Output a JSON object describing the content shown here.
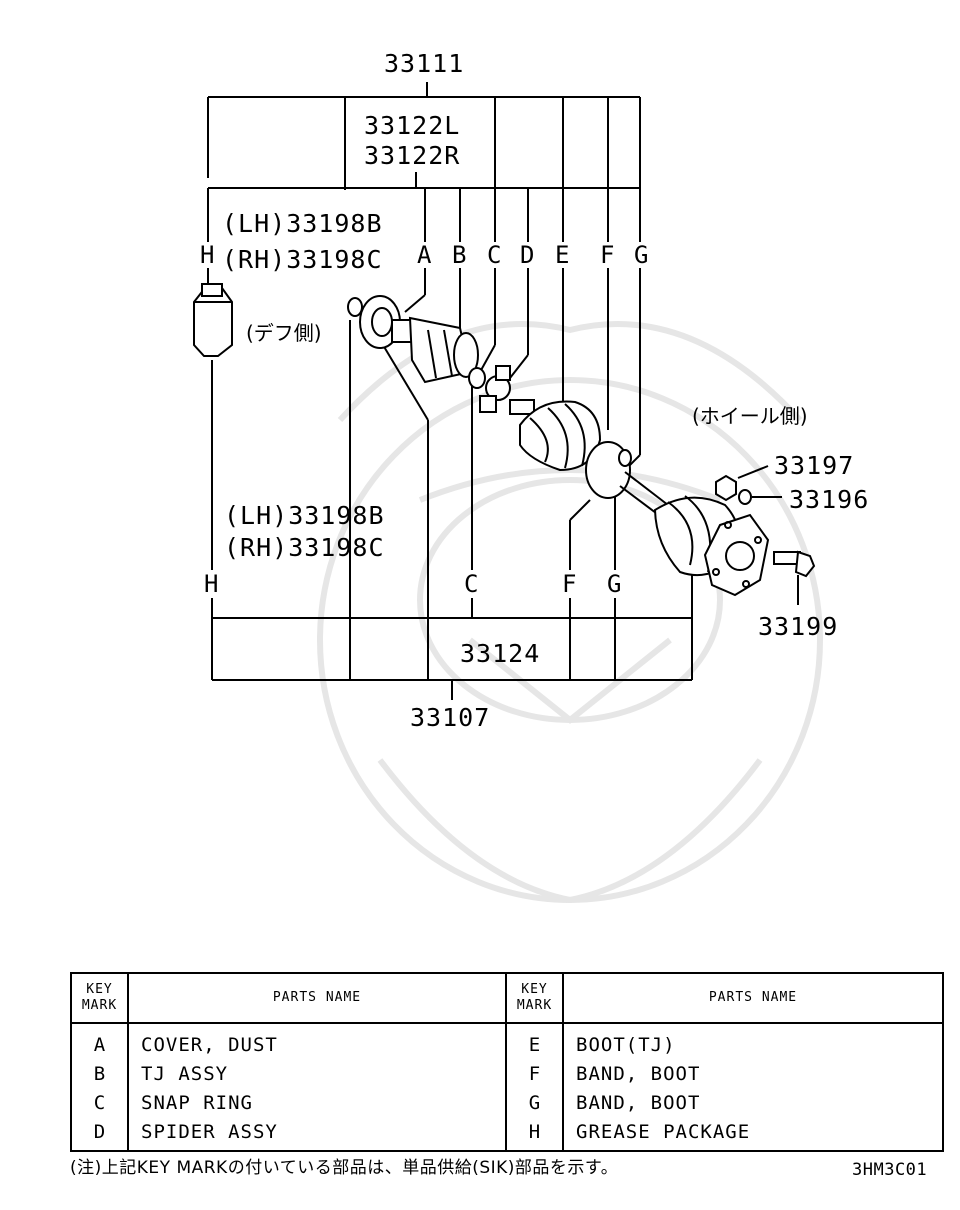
{
  "diagram": {
    "assembly_top": "33111",
    "axle_left": "33122L",
    "axle_right": "33122R",
    "boot_lh_top": "(LH)33198B",
    "boot_rh_top": "(RH)33198C",
    "boot_lh_bottom": "(LH)33198B",
    "boot_rh_bottom": "(RH)33198C",
    "diff_side": "(デフ側)",
    "wheel_side": "(ホイール側)",
    "nut": "33197",
    "washer": "33196",
    "bolt": "33199",
    "joint_kit": "33124",
    "assembly_bottom": "33107",
    "top_keys": [
      "H",
      "A",
      "B",
      "C",
      "D",
      "E",
      "F",
      "G"
    ],
    "bottom_keys": [
      "H",
      "C",
      "F",
      "G"
    ]
  },
  "table": {
    "header_key_line1": "KEY",
    "header_key_line2": "MARK",
    "header_parts": "PARTS NAME",
    "rows": [
      {
        "left_key": "A",
        "left_name": "COVER, DUST",
        "right_key": "E",
        "right_name": "BOOT(TJ)"
      },
      {
        "left_key": "B",
        "left_name": "TJ ASSY",
        "right_key": "F",
        "right_name": "BAND, BOOT"
      },
      {
        "left_key": "C",
        "left_name": "SNAP RING",
        "right_key": "G",
        "right_name": "BAND, BOOT"
      },
      {
        "left_key": "D",
        "left_name": "SPIDER ASSY",
        "right_key": "H",
        "right_name": "GREASE PACKAGE"
      }
    ]
  },
  "footnote": "(注)上記KEY MARKの付いている部品は、単品供給(SIK)部品を示す。",
  "drawing_code": "3HM3C01",
  "colors": {
    "ink": "#000000",
    "watermark": "#e6e6e6",
    "background": "#ffffff"
  }
}
